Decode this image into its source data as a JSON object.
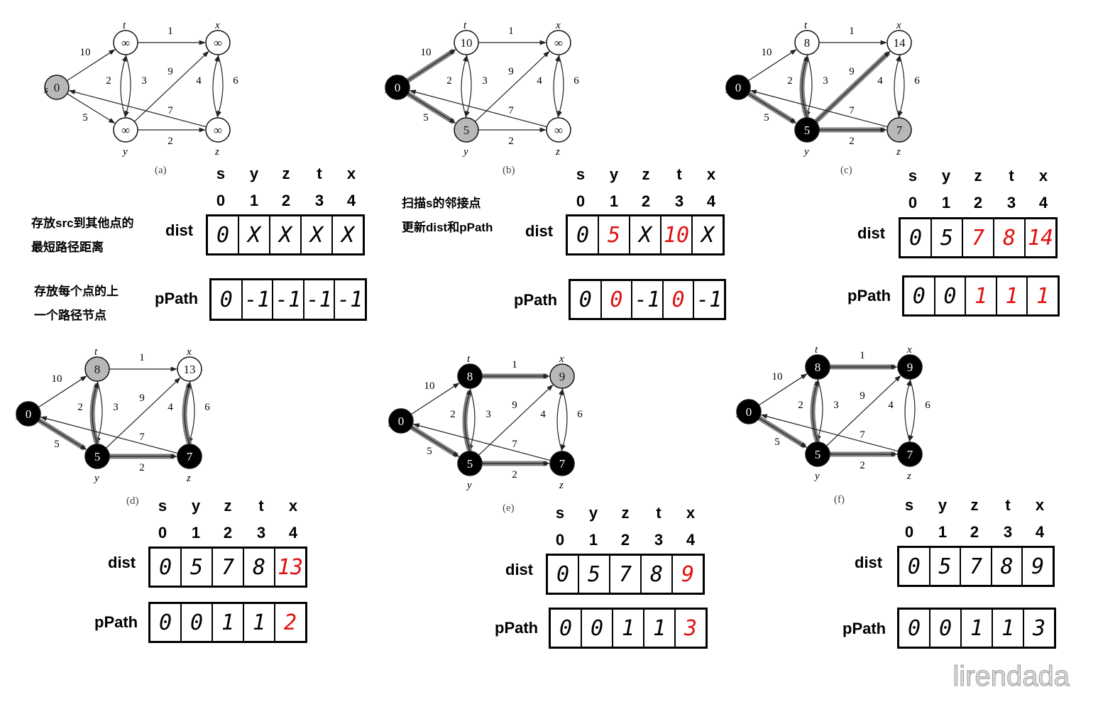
{
  "colors": {
    "red": "#e01010",
    "black": "#000000",
    "gray": "#b8b8b8",
    "highlight": "#6a6a6a"
  },
  "edges": [
    {
      "from": "s",
      "to": "t",
      "w": "10"
    },
    {
      "from": "s",
      "to": "y",
      "w": "5"
    },
    {
      "from": "t",
      "to": "x",
      "w": "1"
    },
    {
      "from": "t",
      "to": "y",
      "w": "2"
    },
    {
      "from": "y",
      "to": "t",
      "w": "3"
    },
    {
      "from": "y",
      "to": "x",
      "w": "9"
    },
    {
      "from": "y",
      "to": "z",
      "w": "2"
    },
    {
      "from": "x",
      "to": "z",
      "w": "4"
    },
    {
      "from": "z",
      "to": "x",
      "w": "6"
    },
    {
      "from": "z",
      "to": "s",
      "w": "7"
    }
  ],
  "panels": [
    {
      "caption": "(a)",
      "values": {
        "s": "0",
        "t": "∞",
        "x": "∞",
        "y": "∞",
        "z": "∞"
      },
      "states": {
        "s": "gray",
        "t": "white",
        "x": "white",
        "y": "white",
        "z": "white"
      },
      "highlight": []
    },
    {
      "caption": "(b)",
      "values": {
        "s": "0",
        "t": "10",
        "x": "∞",
        "y": "5",
        "z": "∞"
      },
      "states": {
        "s": "black",
        "t": "white",
        "x": "white",
        "y": "gray",
        "z": "white"
      },
      "highlight": [
        "s-t",
        "s-y"
      ]
    },
    {
      "caption": "(c)",
      "values": {
        "s": "0",
        "t": "8",
        "x": "14",
        "y": "5",
        "z": "7"
      },
      "states": {
        "s": "black",
        "t": "white",
        "x": "white",
        "y": "black",
        "z": "gray"
      },
      "highlight": [
        "s-y",
        "y-t",
        "y-x",
        "y-z"
      ]
    },
    {
      "caption": "(d)",
      "values": {
        "s": "0",
        "t": "8",
        "x": "13",
        "y": "5",
        "z": "7"
      },
      "states": {
        "s": "black",
        "t": "gray",
        "x": "white",
        "y": "black",
        "z": "black"
      },
      "highlight": [
        "s-y",
        "y-t",
        "y-z",
        "z-x"
      ]
    },
    {
      "caption": "(e)",
      "values": {
        "s": "0",
        "t": "8",
        "x": "9",
        "y": "5",
        "z": "7"
      },
      "states": {
        "s": "black",
        "t": "black",
        "x": "gray",
        "y": "black",
        "z": "black"
      },
      "highlight": [
        "s-y",
        "y-t",
        "y-z",
        "t-x"
      ]
    },
    {
      "caption": "(f)",
      "values": {
        "s": "0",
        "t": "8",
        "x": "9",
        "y": "5",
        "z": "7"
      },
      "states": {
        "s": "black",
        "t": "black",
        "x": "black",
        "y": "black",
        "z": "black"
      },
      "highlight": [
        "s-y",
        "y-t",
        "y-z",
        "t-x"
      ]
    }
  ],
  "header_names": [
    "s",
    "y",
    "z",
    "t",
    "x"
  ],
  "header_indices": [
    "0",
    "1",
    "2",
    "3",
    "4"
  ],
  "row_dist": "dist",
  "row_ppath": "pPath",
  "notes": {
    "dist_note_1": "存放src到其他点的",
    "dist_note_2": "最短路径距离",
    "ppath_note_1": "存放每个点的上",
    "ppath_note_2": "一个路径节点",
    "scan_note_1": "扫描s的邻接点",
    "scan_note_2": "更新dist和pPath"
  },
  "tables": [
    {
      "dist": [
        {
          "v": "0"
        },
        {
          "v": "X"
        },
        {
          "v": "X"
        },
        {
          "v": "X"
        },
        {
          "v": "X"
        }
      ],
      "ppath": [
        {
          "v": "0"
        },
        {
          "v": "-1"
        },
        {
          "v": "-1"
        },
        {
          "v": "-1"
        },
        {
          "v": "-1"
        }
      ]
    },
    {
      "dist": [
        {
          "v": "0"
        },
        {
          "v": "5",
          "red": true
        },
        {
          "v": "X"
        },
        {
          "v": "10",
          "red": true
        },
        {
          "v": "X"
        }
      ],
      "ppath": [
        {
          "v": "0"
        },
        {
          "v": "0",
          "red": true
        },
        {
          "v": "-1"
        },
        {
          "v": "0",
          "red": true
        },
        {
          "v": "-1"
        }
      ]
    },
    {
      "dist": [
        {
          "v": "0"
        },
        {
          "v": "5"
        },
        {
          "v": "7",
          "red": true
        },
        {
          "v": "8",
          "red": true
        },
        {
          "v": "14",
          "red": true
        }
      ],
      "ppath": [
        {
          "v": "0"
        },
        {
          "v": "0"
        },
        {
          "v": "1",
          "red": true
        },
        {
          "v": "1",
          "red": true
        },
        {
          "v": "1",
          "red": true
        }
      ]
    },
    {
      "dist": [
        {
          "v": "0"
        },
        {
          "v": "5"
        },
        {
          "v": "7"
        },
        {
          "v": "8"
        },
        {
          "v": "13",
          "red": true
        }
      ],
      "ppath": [
        {
          "v": "0"
        },
        {
          "v": "0"
        },
        {
          "v": "1"
        },
        {
          "v": "1"
        },
        {
          "v": "2",
          "red": true
        }
      ]
    },
    {
      "dist": [
        {
          "v": "0"
        },
        {
          "v": "5"
        },
        {
          "v": "7"
        },
        {
          "v": "8"
        },
        {
          "v": "9",
          "red": true
        }
      ],
      "ppath": [
        {
          "v": "0"
        },
        {
          "v": "0"
        },
        {
          "v": "1"
        },
        {
          "v": "1"
        },
        {
          "v": "3",
          "red": true
        }
      ]
    },
    {
      "dist": [
        {
          "v": "0"
        },
        {
          "v": "5"
        },
        {
          "v": "7"
        },
        {
          "v": "8"
        },
        {
          "v": "9"
        }
      ],
      "ppath": [
        {
          "v": "0"
        },
        {
          "v": "0"
        },
        {
          "v": "1"
        },
        {
          "v": "1"
        },
        {
          "v": "3"
        }
      ]
    }
  ],
  "watermark": "lirendada"
}
